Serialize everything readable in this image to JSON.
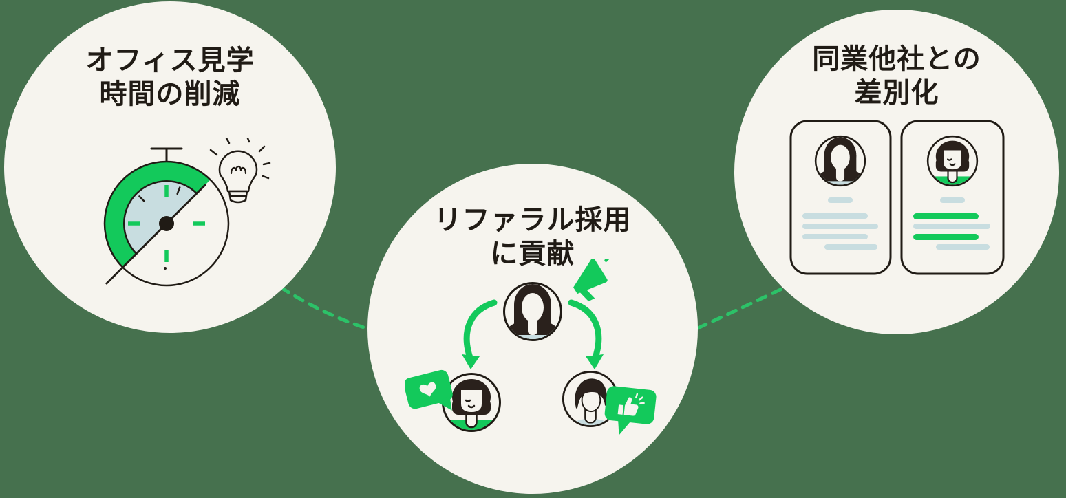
{
  "colors": {
    "bg": "#46714E",
    "bubble": "#F6F4EE",
    "ink": "#201B15",
    "green": "#13C95B",
    "green-dash": "#2CC268",
    "lightblue": "#C8DDE0",
    "hair": "#2A211C"
  },
  "bubbles": [
    {
      "title_line1": "オフィス見学",
      "title_line2": "時間の削減",
      "illustration": "stopwatch-and-lightbulb"
    },
    {
      "title_line1": "リファラル採用",
      "title_line2": "に貢献",
      "illustration": "referral-people-network"
    },
    {
      "title_line1": "同業他社との",
      "title_line2": "差別化",
      "illustration": "two-profile-cards"
    }
  ]
}
